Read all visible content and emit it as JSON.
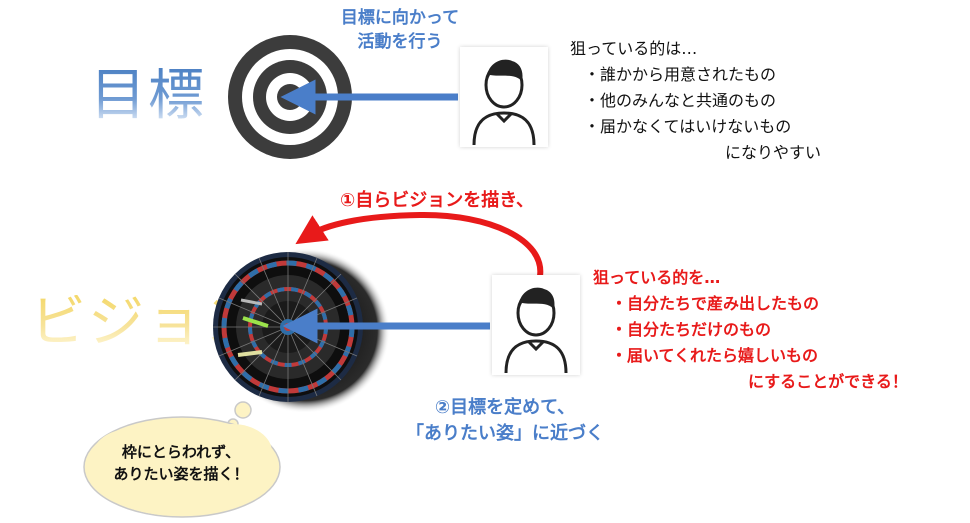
{
  "titles": {
    "goal": "目標",
    "vision": "ビジョン"
  },
  "top_arrow": {
    "label_line1": "目標に向かって",
    "label_line2": "活動を行う"
  },
  "top_note": {
    "heading": "狙っている的は…",
    "items": [
      "・誰かから用意されたもの",
      "・他のみんなと共通のもの",
      "・届かなくてはいけないもの"
    ],
    "ending": "になりやすい"
  },
  "red_arrow": {
    "label": "①自らビジョンを描き、"
  },
  "bottom_arrow": {
    "label_line1": "②目標を定めて、",
    "label_line2": "「ありたい姿」に近づく"
  },
  "bottom_note": {
    "heading": "狙っている的を…",
    "items": [
      "・自分たちで産み出したもの",
      "・自分たちだけのもの",
      "・届いてくれたら嬉しいもの"
    ],
    "ending": "にすることができる！"
  },
  "thought_bubble": {
    "line1": "枠にとらわれず、",
    "line2": "ありたい姿を描く！"
  },
  "colors": {
    "blue_arrow": "#4a7ec9",
    "red_arrow": "#e81a1a",
    "target": "#3c3c3c",
    "cloud_fill": "#fdf3c4",
    "cloud_stroke": "#c9c9c9"
  },
  "icons": {
    "target": "bullseye-icon",
    "dartboard": "dartboard-icon",
    "person": "person-icon"
  }
}
